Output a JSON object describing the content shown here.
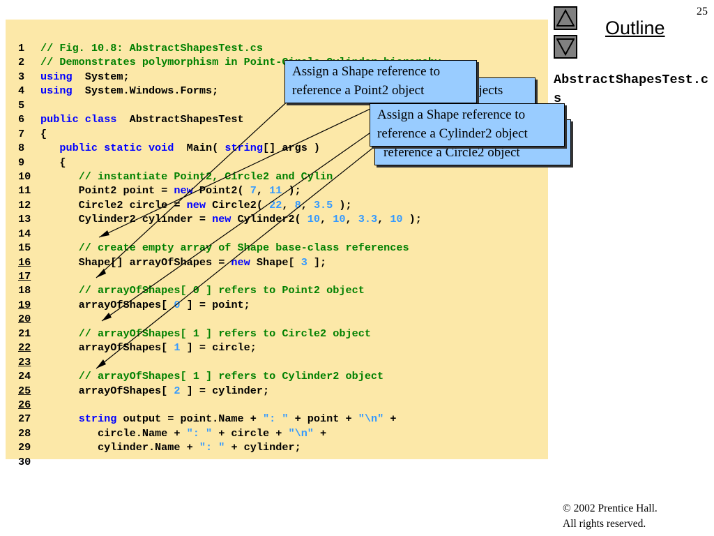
{
  "slide": {
    "page_number": "25",
    "outline_label": "Outline",
    "file_name": "AbstractShapesTest.cs",
    "copyright_line1": "© 2002 Prentice Hall.",
    "copyright_line2": "All rights reserved.",
    "nav_up_icon": "triangle-up-icon",
    "nav_down_icon": "triangle-down-icon"
  },
  "callouts": {
    "point2": "Assign a Shape reference to reference a Point2 object",
    "objects_fragment": "bjects",
    "circle2": "reference a Circle2 object",
    "cylinder2": "Assign a Shape reference to reference a Cylinder2 object"
  },
  "code": [
    {
      "n": "1",
      "u": false,
      "t": [
        [
          "cm",
          "// Fig. 10.8: AbstractShapesTest.cs"
        ]
      ]
    },
    {
      "n": "2",
      "u": false,
      "t": [
        [
          "cm",
          "// Demonstrates polymorphism in Point-Circle-Cylinder hierarchy."
        ]
      ]
    },
    {
      "n": "3",
      "u": false,
      "t": [
        [
          "kw",
          "using"
        ],
        [
          "",
          "  System;"
        ]
      ]
    },
    {
      "n": "4",
      "u": false,
      "t": [
        [
          "kw",
          "using"
        ],
        [
          "",
          "  System.Windows.Forms;"
        ]
      ]
    },
    {
      "n": "5",
      "u": false,
      "t": []
    },
    {
      "n": "6",
      "u": false,
      "t": [
        [
          "kw",
          "public class"
        ],
        [
          "",
          "  AbstractShapesTest"
        ]
      ]
    },
    {
      "n": "7",
      "u": false,
      "t": [
        [
          "",
          "{"
        ]
      ]
    },
    {
      "n": "8",
      "u": false,
      "t": [
        [
          "",
          "   "
        ],
        [
          "kw",
          "public static void"
        ],
        [
          "",
          "  Main( "
        ],
        [
          "kw",
          "string"
        ],
        [
          "",
          "[] args )"
        ]
      ]
    },
    {
      "n": "9",
      "u": false,
      "t": [
        [
          "",
          "   {"
        ]
      ]
    },
    {
      "n": "10",
      "u": false,
      "t": [
        [
          "",
          "      "
        ],
        [
          "cm",
          "// instantiate Point2, Circle2 and Cylin"
        ]
      ]
    },
    {
      "n": "11",
      "u": false,
      "t": [
        [
          "",
          "      Point2 point = "
        ],
        [
          "kw",
          "new"
        ],
        [
          "",
          " Point2( "
        ],
        [
          "num",
          "7"
        ],
        [
          "",
          ", "
        ],
        [
          "num",
          "11"
        ],
        [
          "",
          " );"
        ]
      ]
    },
    {
      "n": "12",
      "u": false,
      "t": [
        [
          "",
          "      Circle2 circle = "
        ],
        [
          "kw",
          "new"
        ],
        [
          "",
          " Circle2( "
        ],
        [
          "num",
          "22"
        ],
        [
          "",
          ", "
        ],
        [
          "num",
          "8"
        ],
        [
          "",
          ", "
        ],
        [
          "num",
          "3.5"
        ],
        [
          "",
          " );"
        ]
      ]
    },
    {
      "n": "13",
      "u": false,
      "t": [
        [
          "",
          "      Cylinder2 cylinder = "
        ],
        [
          "kw",
          "new"
        ],
        [
          "",
          " Cylinder2( "
        ],
        [
          "num",
          "10"
        ],
        [
          "",
          ", "
        ],
        [
          "num",
          "10"
        ],
        [
          "",
          ", "
        ],
        [
          "num",
          "3.3"
        ],
        [
          "",
          ", "
        ],
        [
          "num",
          "10"
        ],
        [
          "",
          " );"
        ]
      ]
    },
    {
      "n": "14",
      "u": false,
      "t": []
    },
    {
      "n": "15",
      "u": false,
      "t": [
        [
          "",
          "      "
        ],
        [
          "cm",
          "// create empty array of Shape base-class references"
        ]
      ]
    },
    {
      "n": "16",
      "u": true,
      "t": [
        [
          "",
          "      Shape[] arrayOfShapes = "
        ],
        [
          "kw",
          "new"
        ],
        [
          "",
          " Shape[ "
        ],
        [
          "num",
          "3"
        ],
        [
          "",
          " ];"
        ]
      ]
    },
    {
      "n": "17",
      "u": true,
      "t": []
    },
    {
      "n": "18",
      "u": false,
      "t": [
        [
          "",
          "      "
        ],
        [
          "cm",
          "// arrayOfShapes[ 0 ] refers to Point2 object"
        ]
      ]
    },
    {
      "n": "19",
      "u": true,
      "t": [
        [
          "",
          "      arrayOfShapes[ "
        ],
        [
          "num",
          "0"
        ],
        [
          "",
          " ] = point;"
        ]
      ]
    },
    {
      "n": "20",
      "u": true,
      "t": []
    },
    {
      "n": "21",
      "u": false,
      "t": [
        [
          "",
          "      "
        ],
        [
          "cm",
          "// arrayOfShapes[ 1 ] refers to Circle2 object"
        ]
      ]
    },
    {
      "n": "22",
      "u": true,
      "t": [
        [
          "",
          "      arrayOfShapes[ "
        ],
        [
          "num",
          "1"
        ],
        [
          "",
          " ] = circle;"
        ]
      ]
    },
    {
      "n": "23",
      "u": true,
      "t": []
    },
    {
      "n": "24",
      "u": false,
      "t": [
        [
          "",
          "      "
        ],
        [
          "cm",
          "// arrayOfShapes[ 1 ] refers to Cylinder2 object"
        ]
      ]
    },
    {
      "n": "25",
      "u": true,
      "t": [
        [
          "",
          "      arrayOfShapes[ "
        ],
        [
          "num",
          "2"
        ],
        [
          "",
          " ] = cylinder;"
        ]
      ]
    },
    {
      "n": "26",
      "u": true,
      "t": []
    },
    {
      "n": "27",
      "u": false,
      "t": [
        [
          "",
          "      "
        ],
        [
          "kw",
          "string"
        ],
        [
          "",
          " output = point.Name + "
        ],
        [
          "str",
          "\": \""
        ],
        [
          "",
          " + point + "
        ],
        [
          "str",
          "\"\\n\""
        ],
        [
          "",
          " +"
        ]
      ]
    },
    {
      "n": "28",
      "u": false,
      "t": [
        [
          "",
          "         circle.Name + "
        ],
        [
          "str",
          "\": \""
        ],
        [
          "",
          " + circle + "
        ],
        [
          "str",
          "\"\\n\""
        ],
        [
          "",
          " +"
        ]
      ]
    },
    {
      "n": "29",
      "u": false,
      "t": [
        [
          "",
          "         cylinder.Name + "
        ],
        [
          "str",
          "\": \""
        ],
        [
          "",
          " + cylinder;"
        ]
      ]
    },
    {
      "n": "30",
      "u": false,
      "t": []
    }
  ]
}
